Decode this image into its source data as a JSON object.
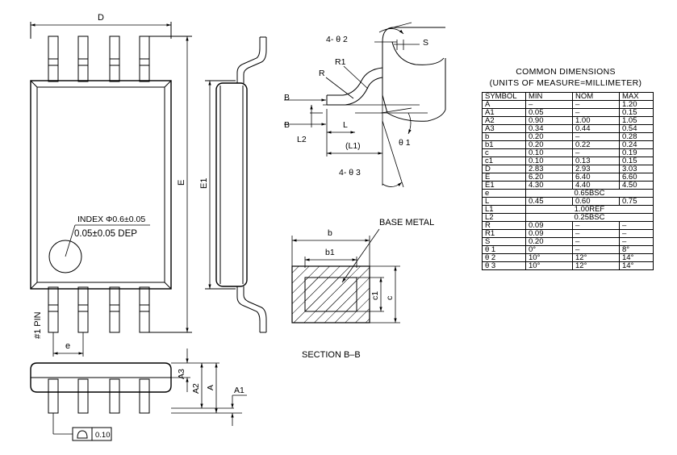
{
  "drawing": {
    "top_view": {
      "label_D": "D",
      "label_E": "E",
      "label_e": "e",
      "pin1_label": "#1 PIN",
      "index_line1": "INDEX Φ0.6±0.05",
      "index_line2": "0.05±0.05 DEP"
    },
    "side_view": {
      "label_E1": "E1"
    },
    "detail_view": {
      "theta2_label": "4- θ 2",
      "theta1_label": "θ 1",
      "theta3_label": "4- θ 3",
      "S": "S",
      "R1": "R1",
      "R": "R",
      "B_top": "B",
      "B_bottom": "B",
      "L": "L",
      "L1": "(L1)",
      "L2": "L2"
    },
    "section_view": {
      "b": "b",
      "b1": "b1",
      "c": "c",
      "c1": "c1",
      "base_metal": "BASE METAL",
      "caption": "SECTION B–B"
    },
    "front_view": {
      "A": "A",
      "A1": "A1",
      "A2": "A2",
      "A3": "A3",
      "flatness_value": "0.10"
    }
  },
  "table": {
    "title_line1": "COMMON DIMENSIONS",
    "title_line2": "(UNITS OF MEASURE=MILLIMETER)",
    "headers": [
      "SYMBOL",
      "MIN",
      "NOM",
      "MAX"
    ],
    "rows": [
      [
        "A",
        "–",
        "–",
        "1.20"
      ],
      [
        "A1",
        "0.05",
        "–",
        "0.15"
      ],
      [
        "A2",
        "0.90",
        "1.00",
        "1.05"
      ],
      [
        "A3",
        "0.34",
        "0.44",
        "0.54"
      ],
      [
        "b",
        "0.20",
        "–",
        "0.28"
      ],
      [
        "b1",
        "0.20",
        "0.22",
        "0.24"
      ],
      [
        "c",
        "0.10",
        "–",
        "0.19"
      ],
      [
        "c1",
        "0.10",
        "0.13",
        "0.15"
      ],
      [
        "D",
        "2.83",
        "2.93",
        "3.03"
      ],
      [
        "E",
        "6.20",
        "6.40",
        "6.60"
      ],
      [
        "E1",
        "4.30",
        "4.40",
        "4.50"
      ],
      [
        "e",
        "0.65BSC"
      ],
      [
        "L",
        "0.45",
        "0.60",
        "0.75"
      ],
      [
        "L1",
        "1.00REF"
      ],
      [
        "L2",
        "0.25BSC"
      ],
      [
        "R",
        "0.09",
        "–",
        "–"
      ],
      [
        "R1",
        "0.09",
        "–",
        "–"
      ],
      [
        "S",
        "0.20",
        "–",
        "–"
      ],
      [
        "θ 1",
        "0°",
        "–",
        "8°"
      ],
      [
        "θ 2",
        "10°",
        "12°",
        "14°"
      ],
      [
        "θ 3",
        "10°",
        "12°",
        "14°"
      ]
    ]
  }
}
